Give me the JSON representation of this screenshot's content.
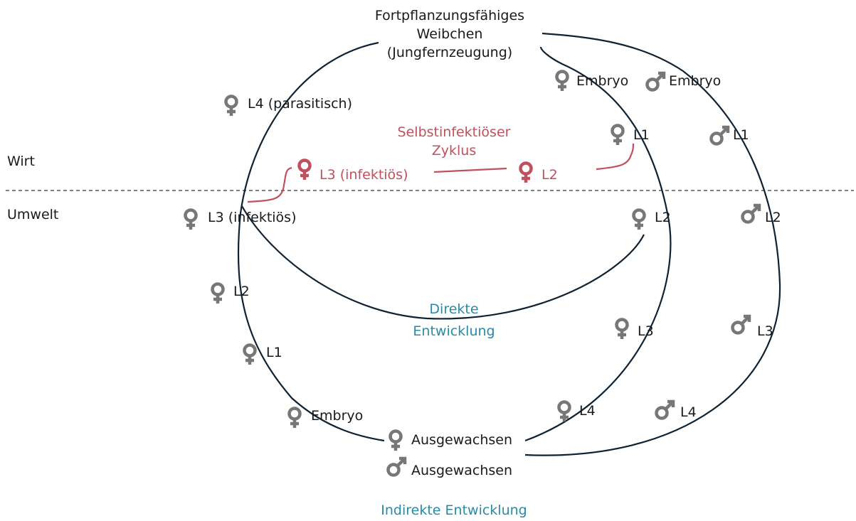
{
  "colors": {
    "stage": "#1a1a1a",
    "self_infection": "#c0505e",
    "development": "#2a8aa6",
    "symbol_gray": "#777777"
  },
  "zones": {
    "host": "Wirt",
    "environment": "Umwelt"
  },
  "center_node": {
    "line1": "Fortpflanzungsfähiges",
    "line2": "Weibchen",
    "line3": "(Jungfernzeugung)"
  },
  "left_loop": {
    "l4_parasitic": "L4 (parasitisch)",
    "l3_infective": "L3 (infektiös)",
    "l2": "L2",
    "l1": "L1",
    "embryo": "Embryo"
  },
  "self_infection_loop": {
    "title_line1": "Selbstinfektiöser",
    "title_line2": "Zyklus",
    "l3_infective": "L3 (infektiös)",
    "l2": "L2"
  },
  "female_branch": {
    "embryo": "Embryo",
    "l1": "L1",
    "l2": "L2",
    "l3": "L3",
    "l4": "L4",
    "adult": "Ausgewachsen"
  },
  "male_branch": {
    "embryo": "Embryo",
    "l1": "L1",
    "l2": "L2",
    "l3": "L3",
    "l4": "L4",
    "adult": "Ausgewachsen"
  },
  "development_labels": {
    "direct_line1": "Direkte",
    "direct_line2": "Entwicklung",
    "indirect": "Indirekte Entwicklung"
  },
  "icons": {
    "female": "female-symbol-icon",
    "male": "male-symbol-icon"
  }
}
